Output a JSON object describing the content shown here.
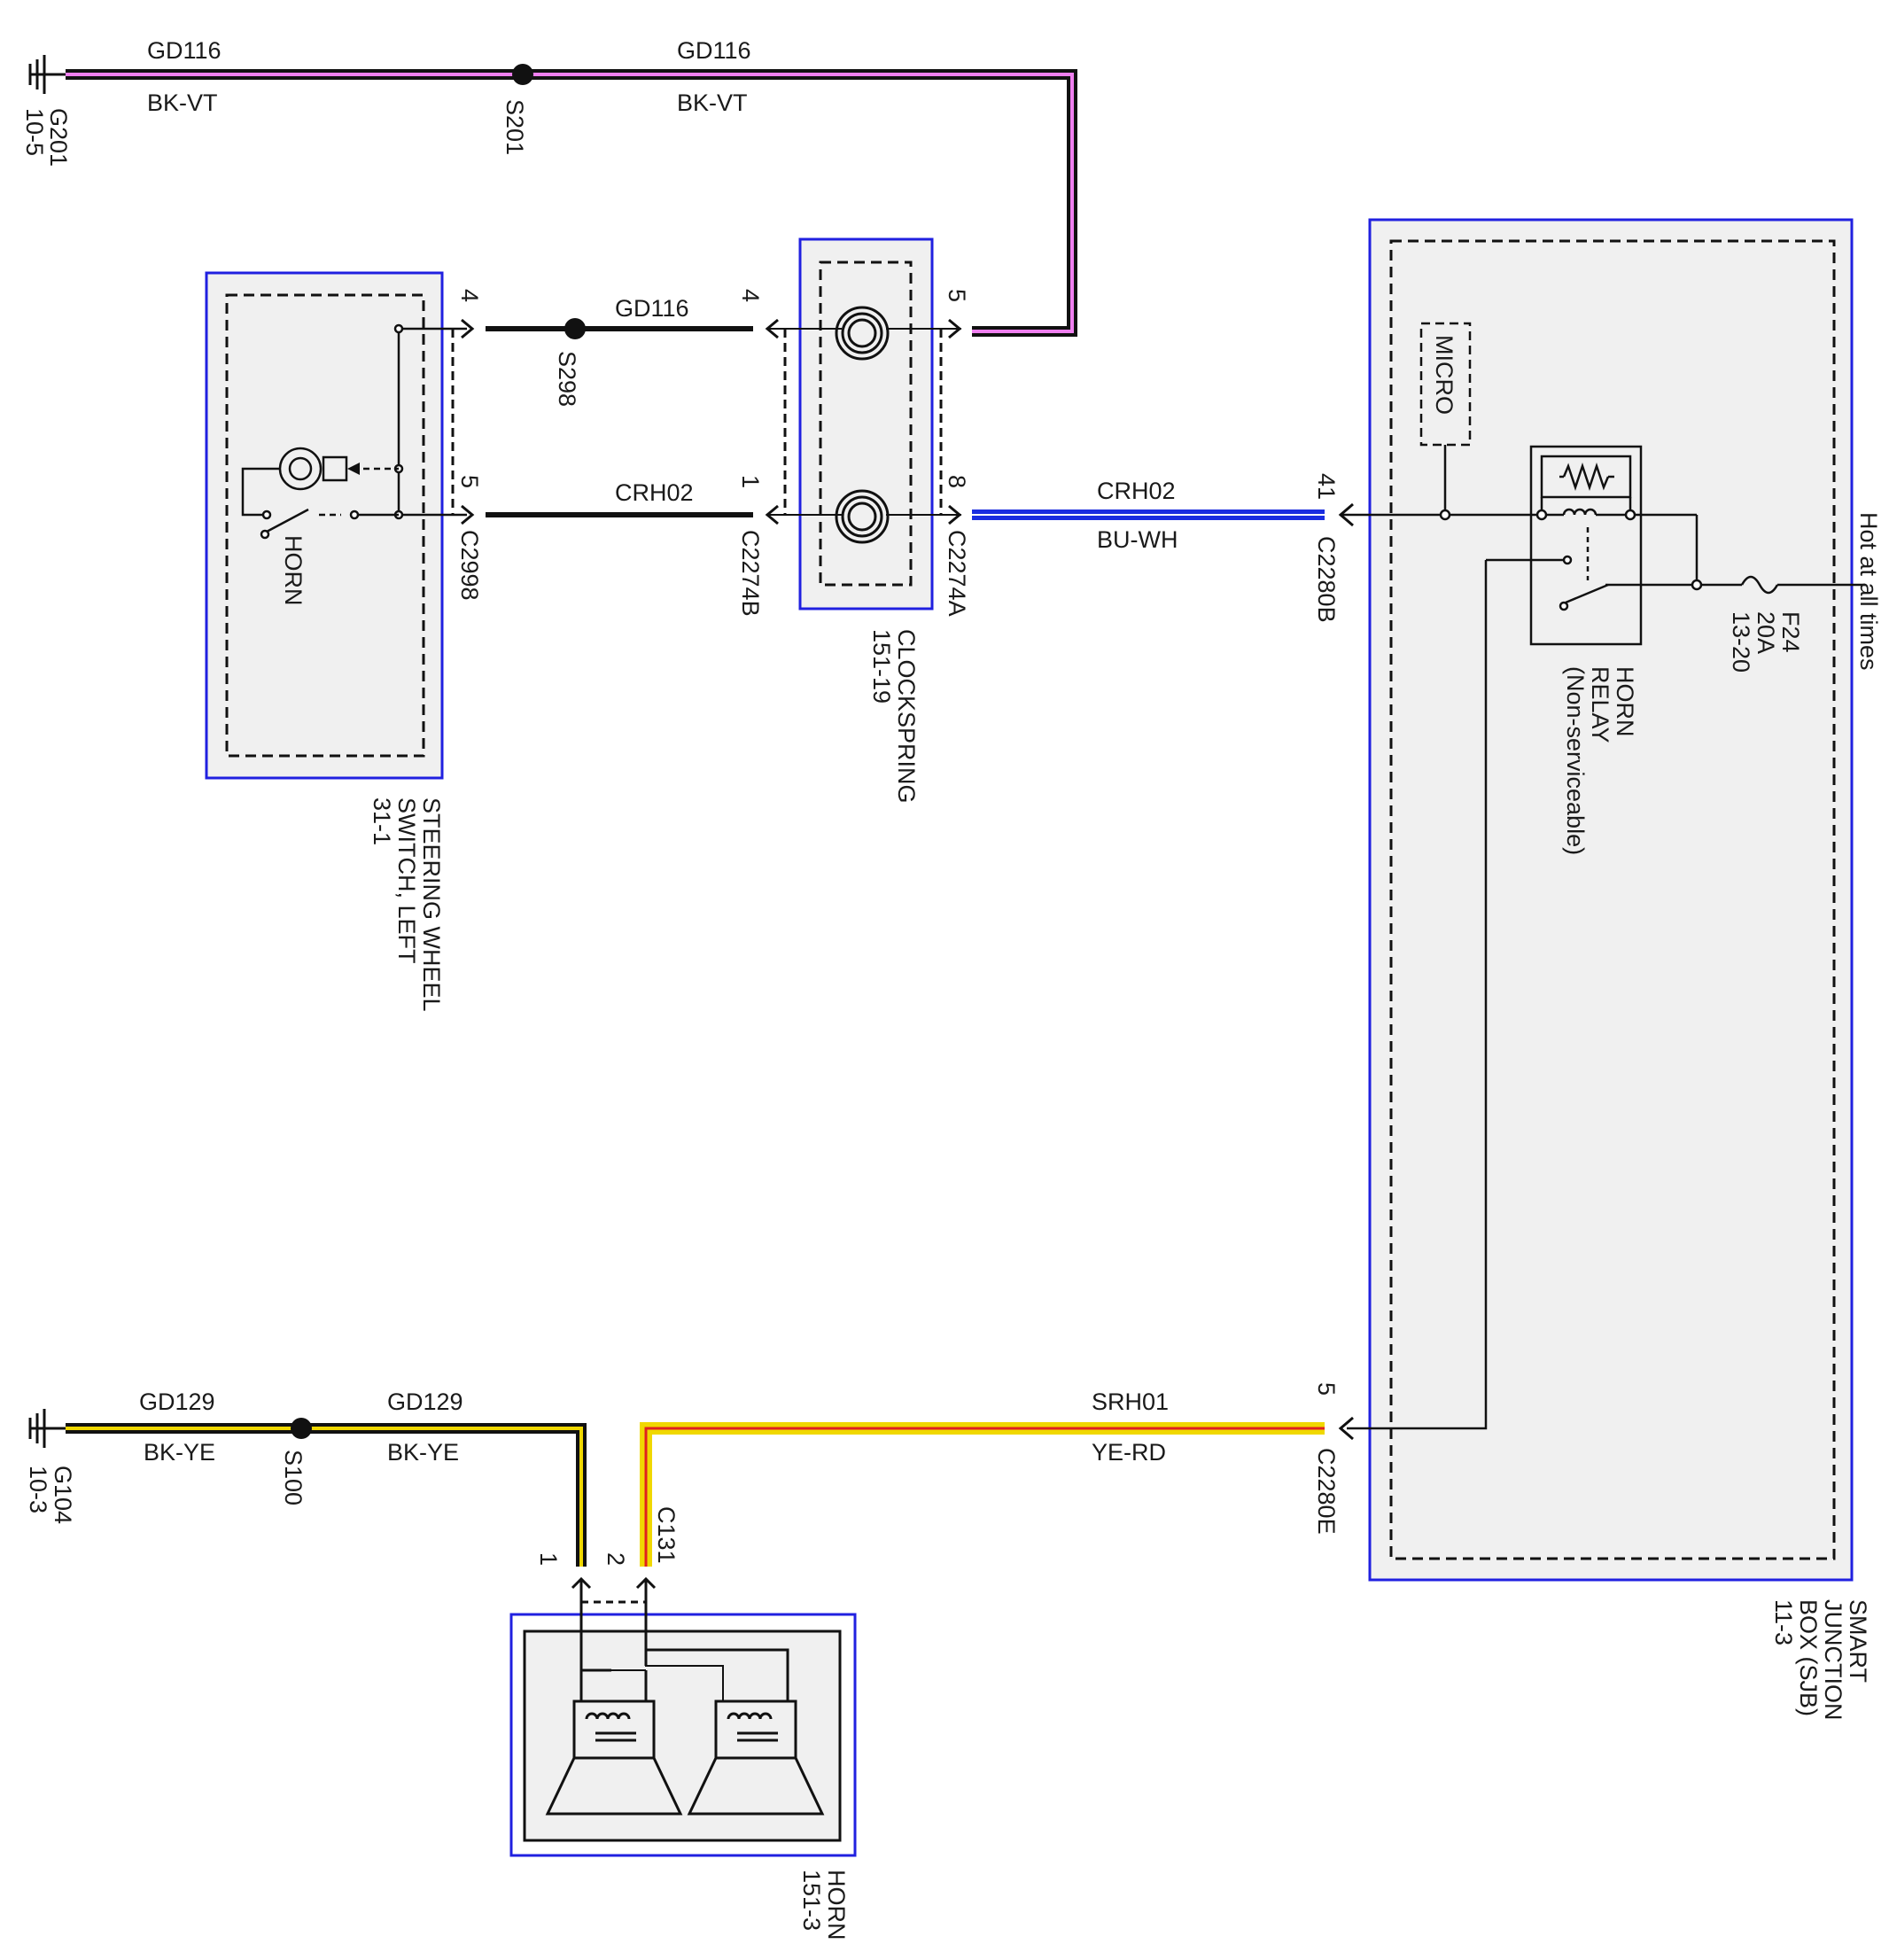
{
  "colors": {
    "module_border": "#2020e0",
    "module_fill": "#f0f0f0",
    "wire_black": "#111111",
    "wire_violet": "#f080f0",
    "wire_blue": "#1a2de0",
    "wire_yellow": "#f0d800",
    "wire_red": "#e02020"
  },
  "grounds": {
    "top": {
      "name": "G201",
      "ref": "10-5"
    },
    "bottom": {
      "name": "G104",
      "ref": "10-3"
    }
  },
  "splices": {
    "s201": "S201",
    "s298": "S298",
    "s100": "S100"
  },
  "wires": {
    "gd116_left": {
      "circuit": "GD116",
      "color": "BK-VT"
    },
    "gd116_right": {
      "circuit": "GD116",
      "color": "BK-VT"
    },
    "gd116_mid": {
      "circuit": "GD116"
    },
    "crh02_mid": {
      "circuit": "CRH02"
    },
    "crh02_right": {
      "circuit": "CRH02",
      "color": "BU-WH"
    },
    "gd129_left": {
      "circuit": "GD129",
      "color": "BK-YE"
    },
    "gd129_right": {
      "circuit": "GD129",
      "color": "BK-YE"
    },
    "srh01": {
      "circuit": "SRH01",
      "color": "YE-RD"
    }
  },
  "connectors": {
    "c2998": {
      "name": "C2998",
      "pin_top": "4",
      "pin_bottom": "5"
    },
    "c2274b": {
      "name": "C2274B",
      "pin_top": "4",
      "pin_bottom": "1"
    },
    "c2274a": {
      "name": "C2274A",
      "pin_top": "5",
      "pin_bottom": "8"
    },
    "c2280b": {
      "name": "C2280B",
      "pin": "41"
    },
    "c2280e": {
      "name": "C2280E",
      "pin": "5"
    },
    "c131": {
      "name": "C131",
      "pin_left": "1",
      "pin_right": "2"
    }
  },
  "components": {
    "steering_switch": {
      "line1": "STEERING WHEEL",
      "line2": "SWITCH, LEFT",
      "ref": "31-1",
      "inner_label": "HORN"
    },
    "clockspring": {
      "name": "CLOCKSPRING",
      "ref": "151-19"
    },
    "sjb": {
      "line1": "SMART",
      "line2": "JUNCTION",
      "line3": "BOX (SJB)",
      "ref": "11-3"
    },
    "micro": "MICRO",
    "horn_relay": {
      "line1": "HORN",
      "line2": "RELAY",
      "line3": "(Non-serviceable)"
    },
    "fuse": {
      "name": "F24",
      "rating": "20A",
      "ref": "13-20"
    },
    "power": "Hot at all times",
    "horn": {
      "name": "HORN",
      "ref": "151-3"
    }
  }
}
